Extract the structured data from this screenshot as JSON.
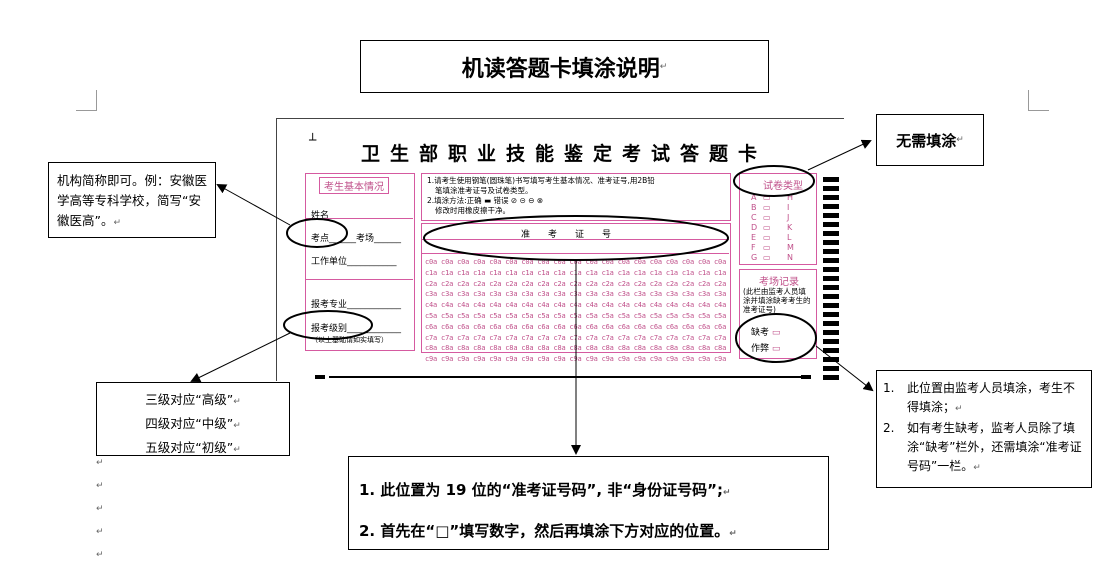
{
  "title": "机读答题卡填涂说明",
  "card": {
    "title": "卫生部职业技能鉴定考试答题卡",
    "basic_info": "考生基本情况",
    "instr1": "1.请考生使用钢笔(圆珠笔)书写填写考生基本情况、准考证号,用2B铅",
    "instr1b": "笔填涂准考证号及试卷类型。",
    "instr2": "2.填涂方法:正确 ▬ 错误 ⊘ ⊝ ⊖ ⊗",
    "instr3": "修改时用橡皮擦干净。",
    "name_label": "姓名",
    "exam_point_label": "考点______考场______",
    "work_unit_label": "工作单位___________",
    "major_label": "报考专业____________",
    "level_label": "报考级别____________",
    "footer_note": "（以上基础请如实填写）",
    "id_header": "准　　考　　证　　号",
    "paper_type": "试卷类型",
    "paper_letters_left": [
      "A",
      "B",
      "C",
      "D",
      "E",
      "F",
      "G"
    ],
    "paper_letters_right": [
      "H",
      "I",
      "J",
      "K",
      "L",
      "M",
      "N"
    ],
    "record_title": "考场记录",
    "record_note": "(此栏由监考人员填涂并填涂缺考考生的准考证号)",
    "absent": "缺考",
    "cheat": "作弊"
  },
  "annotations": {
    "top_right": "无需填涂",
    "left_top": "机构简称即可。例：安徽医学高等专科学校，简写“安徽医高”。",
    "left_bottom": [
      "三级对应“高级”",
      "四级对应“中级”",
      "五级对应“初级”"
    ],
    "right_bottom": [
      "此位置由监考人员填涂，考生不得填涂；",
      "如有考生缺考，监考人员除了填涂“缺考”栏外，还需填涂“准考证号码”一栏。"
    ],
    "center_bottom": [
      "1. 此位置为 19 位的“准考证号码”, 非“身份证号码”;",
      "2. 首先在“□”填写数字，然后再填涂下方对应的位置。"
    ]
  },
  "return_mark": "↵"
}
